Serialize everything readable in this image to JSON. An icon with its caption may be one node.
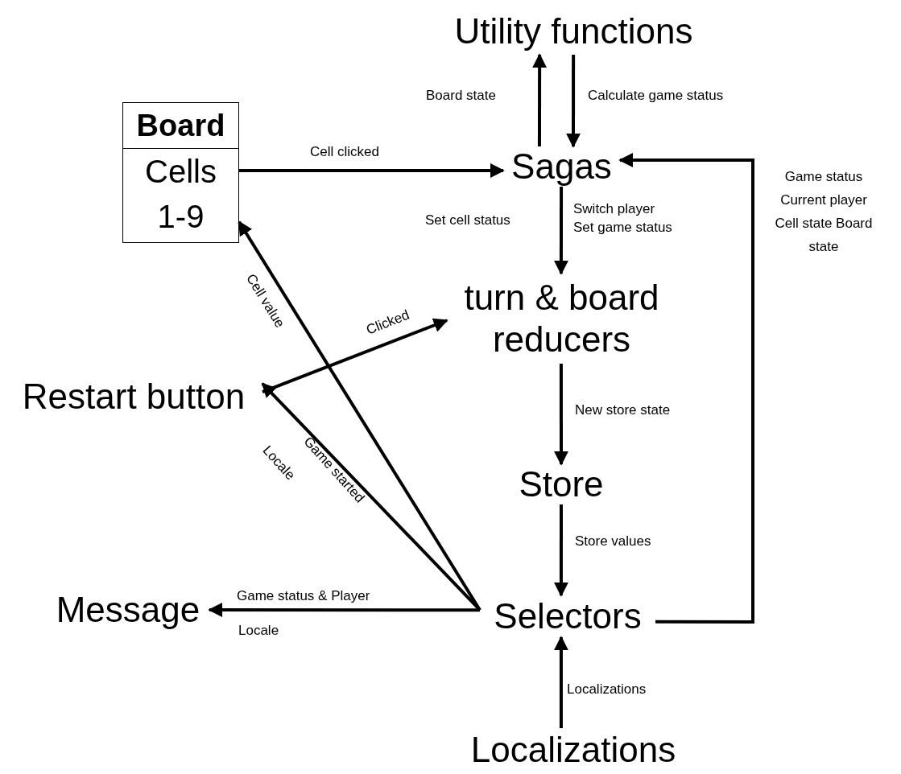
{
  "diagram": {
    "nodes": [
      {
        "text": [
          "Utility functions"
        ]
      },
      {
        "text": [
          "Board",
          "Cells 1-9"
        ]
      },
      {
        "text": [
          "Sagas"
        ]
      },
      {
        "text": [
          "turn & board reducers"
        ]
      },
      {
        "text": [
          "Restart button"
        ]
      },
      {
        "text": [
          "Store"
        ]
      },
      {
        "text": [
          "Message"
        ]
      },
      {
        "text": [
          "Selectors"
        ]
      },
      {
        "text": [
          "Localizations"
        ]
      }
    ],
    "edges": [
      {
        "from": 2,
        "to": 0,
        "arrow": "to",
        "label": "Board state"
      },
      {
        "from": 0,
        "to": 2,
        "arrow": "to",
        "label": "Calculate game status"
      },
      {
        "from": 1,
        "to": 2,
        "arrow": "to",
        "label": "Cell clicked"
      },
      {
        "from": 2,
        "to": 3,
        "arrow": "to",
        "label": "Set cell status"
      },
      {
        "from": 7,
        "to": 2,
        "arrow": "to",
        "label": "Game status Current player Cell state Board state"
      },
      {
        "from": 4,
        "to": 3,
        "arrow": "to",
        "label": "Clicked"
      },
      {
        "from": 7,
        "to": 4,
        "arrow": "to",
        "label": "Game started"
      },
      {
        "from": 7,
        "to": 1,
        "arrow": "to",
        "label": "Cell value"
      },
      {
        "from": 3,
        "to": 5,
        "arrow": "to",
        "label": "New store state"
      },
      {
        "from": 5,
        "to": 7,
        "arrow": "to",
        "label": "Store values"
      },
      {
        "from": 7,
        "to": 6,
        "arrow": "to",
        "label": "Game status & Player"
      },
      {
        "from": 8,
        "to": 7,
        "arrow": "to",
        "label": "Localizations"
      }
    ],
    "labels": [
      "Switch player Set game status",
      "Locale",
      "Locale"
    ]
  }
}
